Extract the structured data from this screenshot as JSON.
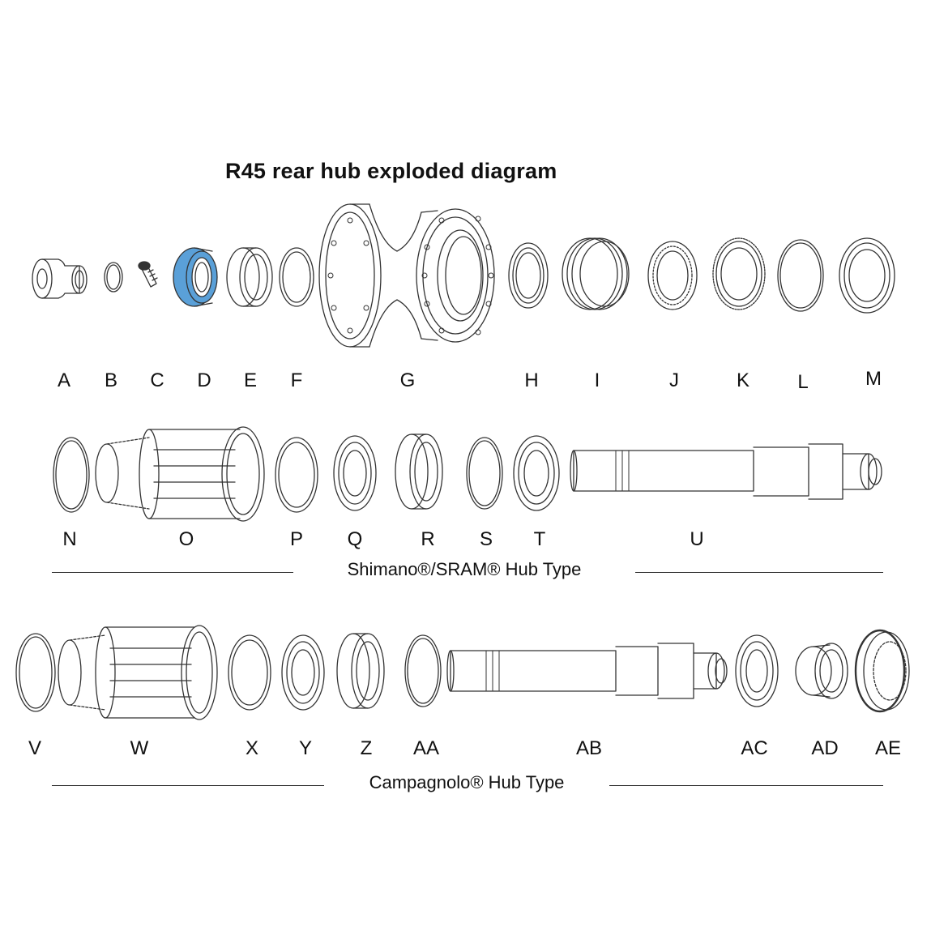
{
  "title": "R45 rear hub exploded diagram",
  "colors": {
    "line": "#333333",
    "highlight": "#5aa0d8",
    "background": "#ffffff"
  },
  "rows": [
    {
      "id": "row1",
      "labels": [
        "A",
        "B",
        "C",
        "D",
        "E",
        "F",
        "G",
        "H",
        "I",
        "J",
        "K",
        "L",
        "M"
      ]
    },
    {
      "id": "row2",
      "labels": [
        "N",
        "O",
        "P",
        "Q",
        "R",
        "S",
        "T",
        "U"
      ],
      "section": "Shimano®/SRAM® Hub Type"
    },
    {
      "id": "row3",
      "labels": [
        "V",
        "W",
        "X",
        "Y",
        "Z",
        "AA",
        "AB",
        "AC",
        "AD",
        "AE"
      ],
      "section": "Campagnolo® Hub Type"
    }
  ]
}
